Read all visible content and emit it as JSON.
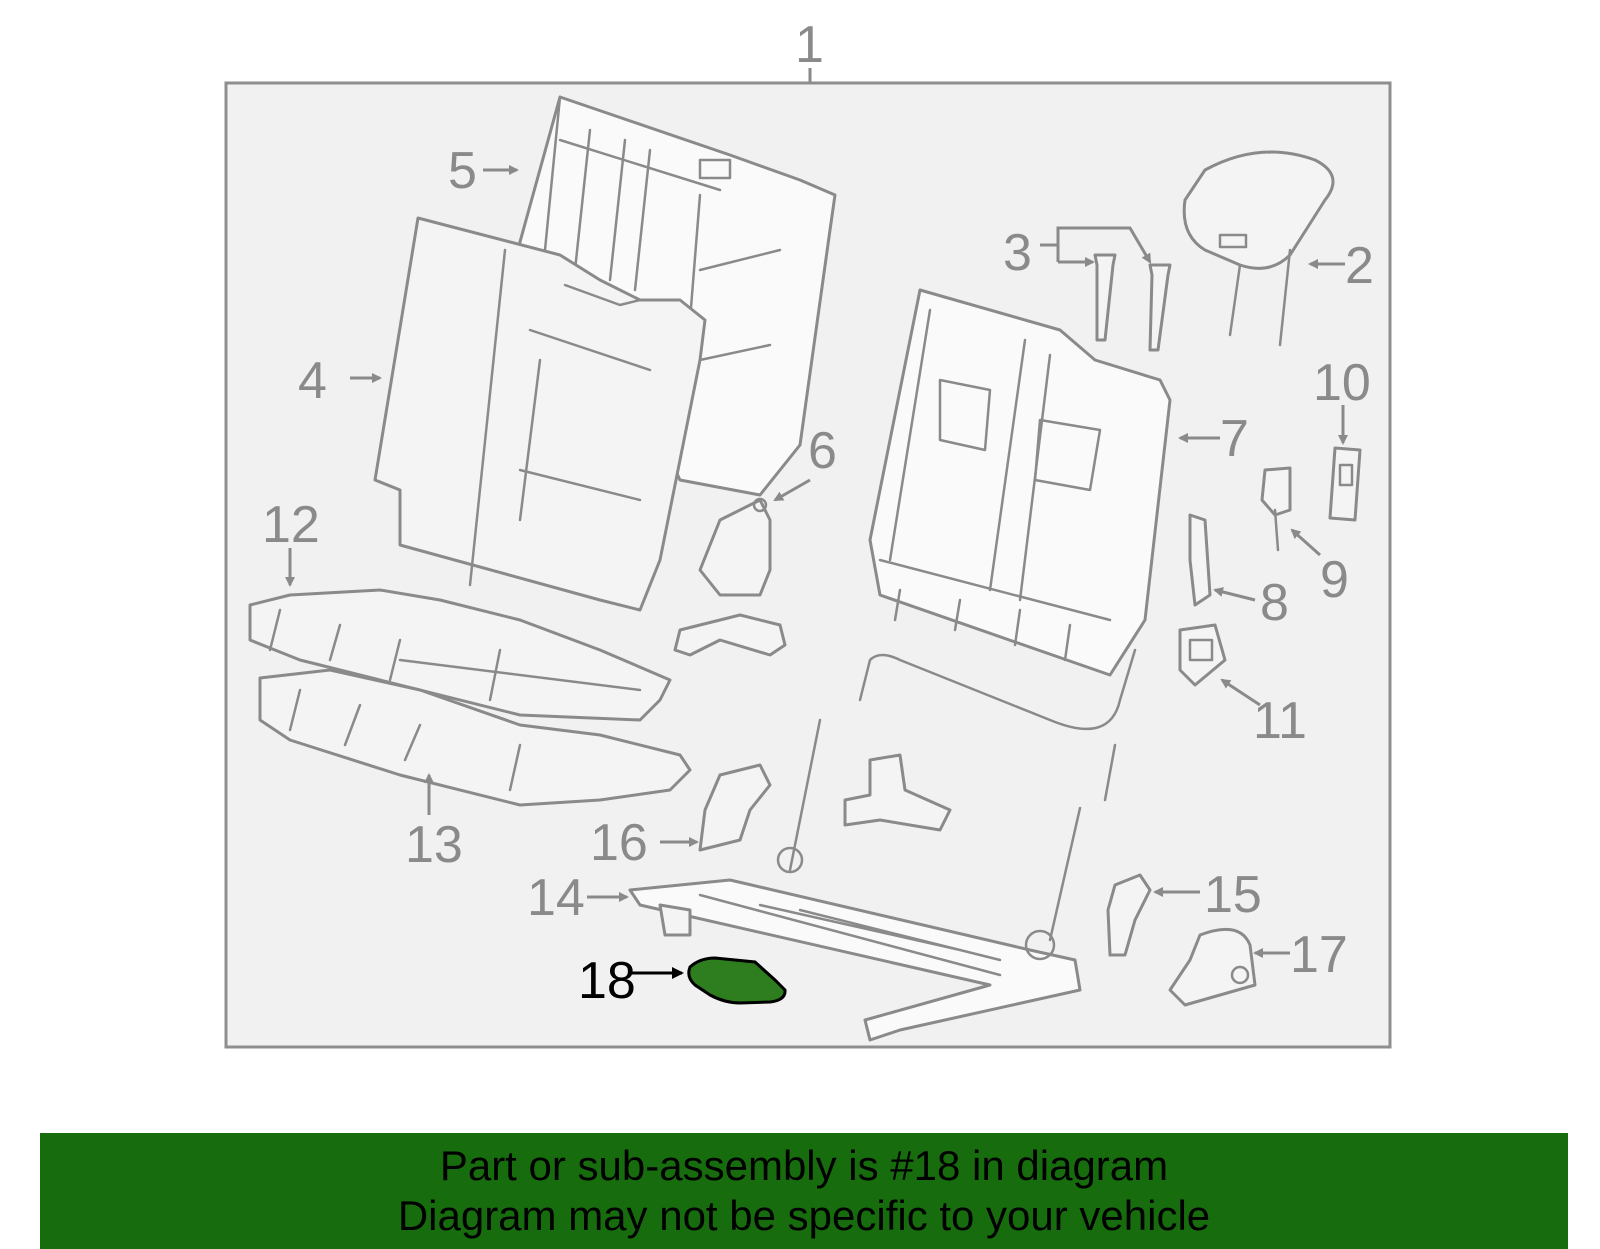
{
  "callouts": {
    "c1": "1",
    "c2": "2",
    "c3": "3",
    "c4": "4",
    "c5": "5",
    "c6": "6",
    "c7": "7",
    "c8": "8",
    "c9": "9",
    "c10": "10",
    "c11": "11",
    "c12": "12",
    "c13": "13",
    "c14": "14",
    "c15": "15",
    "c16": "16",
    "c17": "17",
    "c18": "18"
  },
  "highlight": {
    "part": "18",
    "color": "#2e7d1e"
  },
  "banner": {
    "background": "#176d0e",
    "line1": "Part or sub-assembly is #18 in diagram",
    "line2": "Diagram may not be specific to your vehicle"
  }
}
